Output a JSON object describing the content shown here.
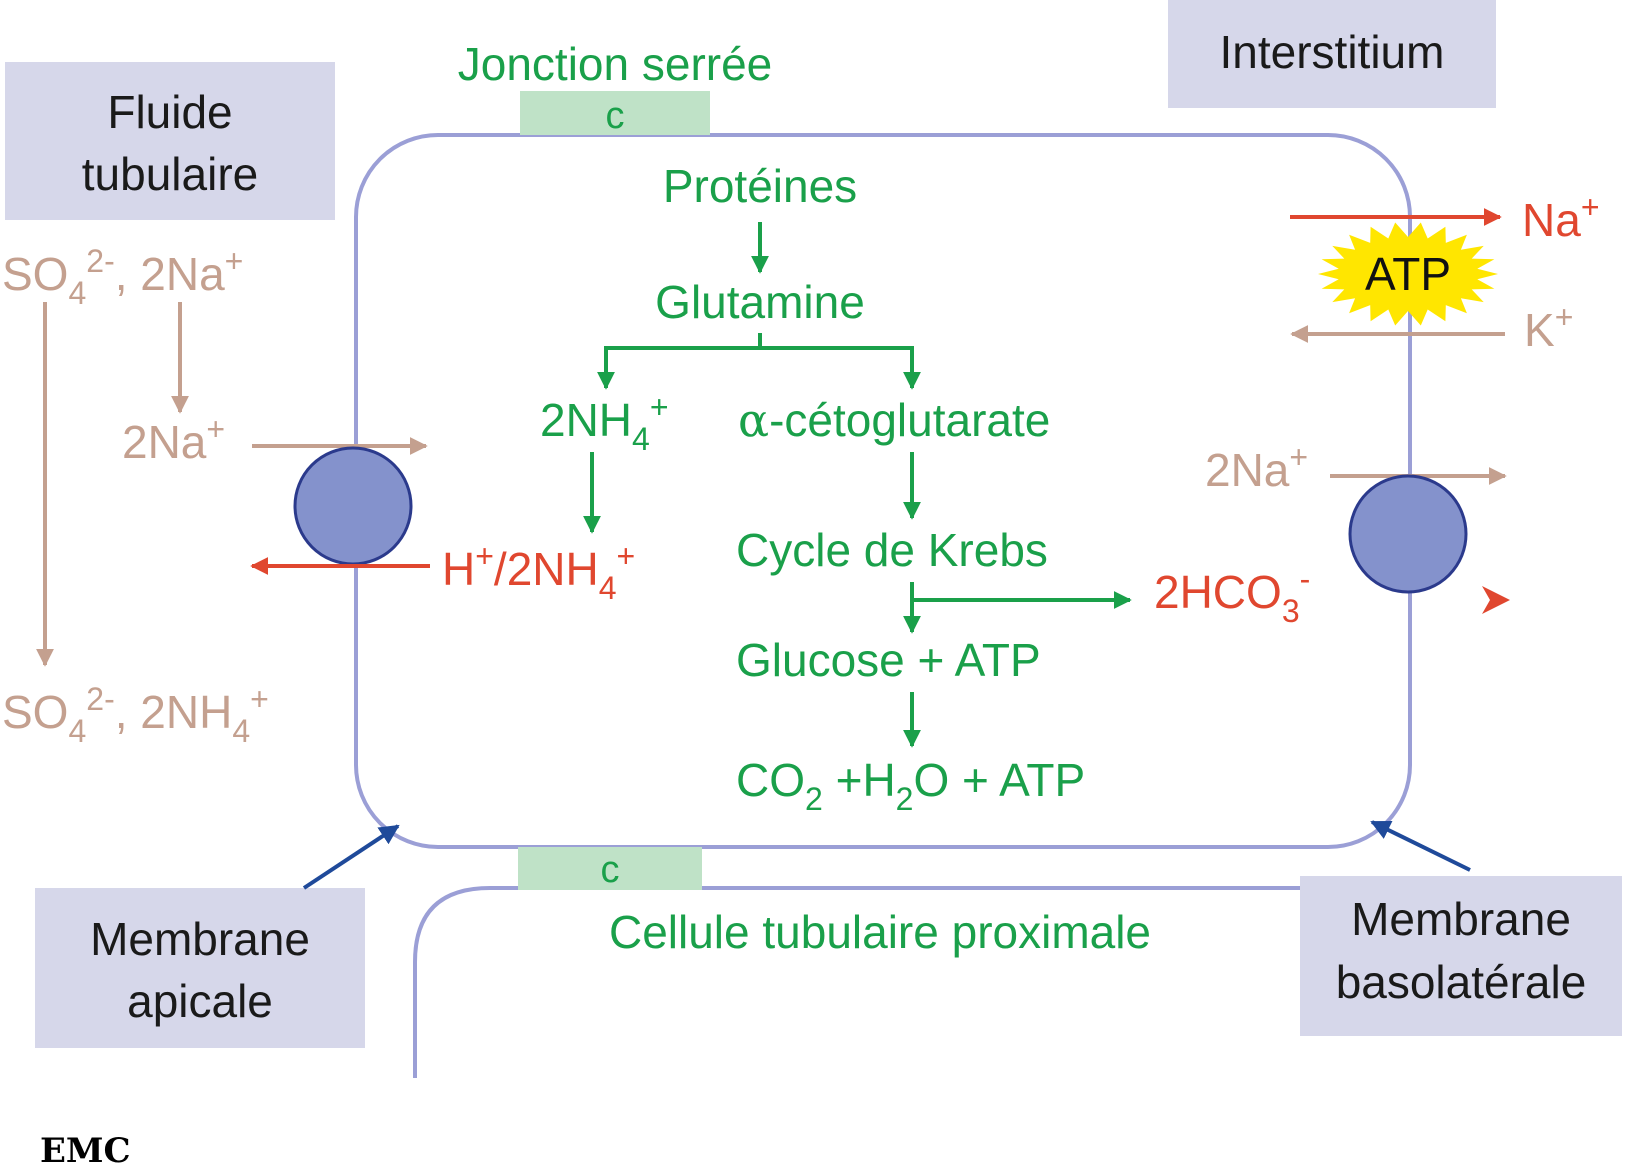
{
  "colors": {
    "green": "#1aa04a",
    "red": "#e0472f",
    "tan": "#c4a08f",
    "membrane": "#9b9fd6",
    "box_fill": "#d6d7ea",
    "junction_fill": "#bfe2c7",
    "transporter_fill": "#8492cc",
    "transporter_stroke": "#2b3a8c",
    "pointer_blue": "#1f4a9a",
    "atp_burst": "#ffe600"
  },
  "boxes": {
    "fluide": {
      "line1": "Fluide",
      "line2": "tubulaire"
    },
    "interstitium": "Interstitium",
    "apicale": {
      "line1": "Membrane",
      "line2": "apicale"
    },
    "basolaterale": {
      "line1": "Membrane",
      "line2": "basolatérale"
    }
  },
  "labels": {
    "jonction": "Jonction serrée",
    "junction_c": "c",
    "cell_name": "Cellule tubulaire proximale",
    "atp_pump": "ATP",
    "logo": "EMC"
  },
  "pathway": {
    "proteines": "Protéines",
    "glutamine": "Glutamine",
    "alpha": "α",
    "cetoglutarate": "-cétoglutarate",
    "krebs": "Cycle de Krebs",
    "glucose_atp": "Glucose + ATP",
    "co2": "CO",
    "co2_sub": "2",
    "h2o_pre": " +H",
    "h2o_sub": "2",
    "h2o_post": "O + ATP",
    "nh4": "2NH",
    "nh4_sub": "4",
    "nh4_sup": "+"
  },
  "ions": {
    "so4": "SO",
    "so4_sub": "4",
    "so4_sup": "2-",
    "na2_comma": ", 2Na",
    "na_sup": "+",
    "na2": "2Na",
    "h_plus": "H",
    "h_sup": "+",
    "slash_nh4": "/2NH",
    "nh4_sub": "4",
    "nh4_sup": "+",
    "nh4_comma": ", 2NH",
    "na": "Na",
    "k": "K",
    "hco3": "2HCO",
    "hco3_sub": "3",
    "hco3_sup": "-"
  }
}
